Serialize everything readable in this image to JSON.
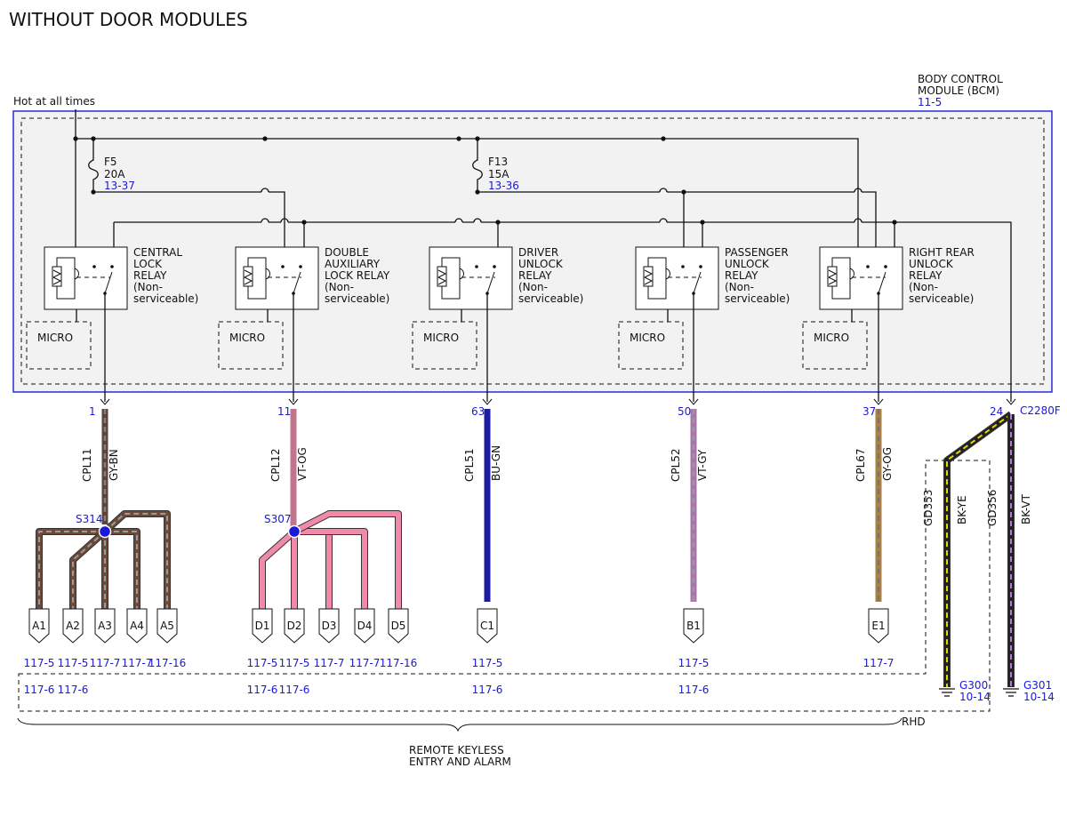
{
  "title": "WITHOUT DOOR MODULES",
  "power": {
    "label": "Hot at all times"
  },
  "module": {
    "line1": "BODY CONTROL",
    "line2": "MODULE (BCM)",
    "ref": "11-5",
    "connector": "C2280F",
    "colors": {
      "outline": "#2b2bd9",
      "fill": "#f2f2f2"
    }
  },
  "fuses": [
    {
      "name": "F5",
      "rating": "20A",
      "ref": "13-37"
    },
    {
      "name": "F13",
      "rating": "15A",
      "ref": "13-36"
    }
  ],
  "relays": [
    {
      "lines": [
        "CENTRAL",
        "LOCK",
        "RELAY",
        "(Non-",
        "serviceable)"
      ],
      "micro": "MICRO"
    },
    {
      "lines": [
        "DOUBLE",
        "AUXILIARY",
        "LOCK RELAY",
        "(Non-",
        "serviceable)"
      ],
      "micro": "MICRO"
    },
    {
      "lines": [
        "DRIVER",
        "UNLOCK",
        "RELAY",
        "(Non-",
        "serviceable)"
      ],
      "micro": "MICRO"
    },
    {
      "lines": [
        "PASSENGER",
        "UNLOCK",
        "RELAY",
        "(Non-",
        "serviceable)"
      ],
      "micro": "MICRO"
    },
    {
      "lines": [
        "RIGHT REAR",
        "UNLOCK",
        "RELAY",
        "(Non-",
        "serviceable)"
      ],
      "micro": "MICRO"
    }
  ],
  "circuits": [
    {
      "pin": "1",
      "circuit": "CPL11",
      "color_code": "GY-BN",
      "colors": [
        "#6b4a3a",
        "#9a9a9a"
      ]
    },
    {
      "pin": "11",
      "circuit": "CPL12",
      "color_code": "VT-OG",
      "colors": [
        "#f08aa8",
        "#f08aa8"
      ]
    },
    {
      "pin": "63",
      "circuit": "CPL51",
      "color_code": "BU-GN",
      "colors": [
        "#1515c8",
        "#1515c8"
      ]
    },
    {
      "pin": "50",
      "circuit": "CPL52",
      "color_code": "VT-GY",
      "colors": [
        "#d28ad6",
        "#bbbbbb"
      ]
    },
    {
      "pin": "37",
      "circuit": "CPL67",
      "color_code": "GY-OG",
      "colors": [
        "#d49a4a",
        "#8a8a8a"
      ]
    },
    {
      "pin": "24"
    }
  ],
  "splices": [
    {
      "name": "S314",
      "color": "#1a1ad6"
    },
    {
      "name": "S307",
      "color": "#1a1ad6"
    }
  ],
  "grounds": [
    {
      "circuit": "GD353",
      "color_code": "BK-YE",
      "name": "G300",
      "ref": "10-14",
      "colors": [
        "#222222",
        "#e6d600"
      ]
    },
    {
      "circuit": "GD356",
      "color_code": "BK-VT",
      "name": "G301",
      "ref": "10-14",
      "colors": [
        "#222222",
        "#b07ad6"
      ]
    }
  ],
  "connectors": [
    {
      "label": "A1",
      "ref1": "117-5",
      "ref2": "117-6"
    },
    {
      "label": "A2",
      "ref1": "117-5",
      "ref2": "117-6"
    },
    {
      "label": "A3",
      "ref1": "117-7",
      "ref2": ""
    },
    {
      "label": "A4",
      "ref1": "117-7",
      "ref2": ""
    },
    {
      "label": "A5",
      "ref1": "117-16",
      "ref2": ""
    },
    {
      "label": "D1",
      "ref1": "117-5",
      "ref2": "117-6"
    },
    {
      "label": "D2",
      "ref1": "117-5",
      "ref2": "117-6"
    },
    {
      "label": "D3",
      "ref1": "117-7",
      "ref2": ""
    },
    {
      "label": "D4",
      "ref1": "117-7",
      "ref2": ""
    },
    {
      "label": "D5",
      "ref1": "117-16",
      "ref2": ""
    },
    {
      "label": "C1",
      "ref1": "117-5",
      "ref2": "117-6"
    },
    {
      "label": "B1",
      "ref1": "117-5",
      "ref2": "117-6"
    },
    {
      "label": "E1",
      "ref1": "117-7",
      "ref2": ""
    }
  ],
  "rhd": "RHD",
  "bottom": {
    "line1": "REMOTE KEYLESS",
    "line2": "ENTRY AND ALARM"
  }
}
